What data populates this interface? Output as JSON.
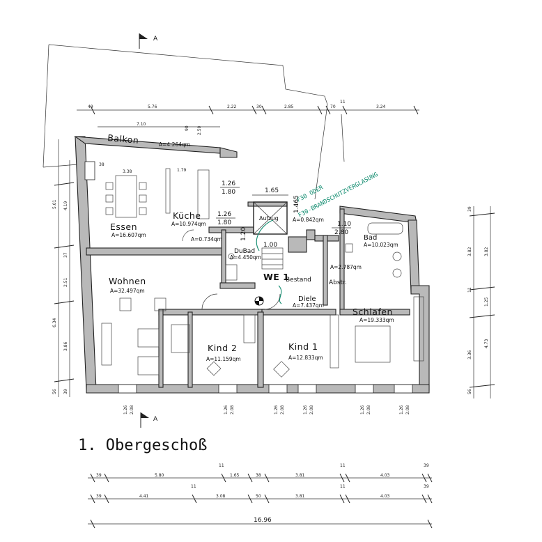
{
  "title": "1. Obergeschoß",
  "section_marker": "A",
  "rooms": {
    "balkon": {
      "name": "Balkon",
      "area": "A=4.264qm"
    },
    "essen": {
      "name": "Essen",
      "area": "A=16.607qm"
    },
    "kueche": {
      "name": "Küche",
      "area": "A=10.974qm"
    },
    "wohnen": {
      "name": "Wohnen",
      "area": "A=32.497qm"
    },
    "dubad": {
      "name": "DuBad",
      "area": "A=4.450qm"
    },
    "wc": {
      "area": "A=0.734qm"
    },
    "aufzug": {
      "name": "Aufzug",
      "area": "A=0.842qm"
    },
    "we": {
      "name": "WE 1"
    },
    "bestand": {
      "name": "Bestand"
    },
    "diele": {
      "name": "Diele",
      "area": "A=7.437qm"
    },
    "abstr": {
      "name": "Abstr.",
      "area": "A=2.787qm"
    },
    "bad": {
      "name": "Bad",
      "area": "A=10.023qm"
    },
    "schlafen": {
      "name": "Schlafen",
      "area": "A=19.333qm"
    },
    "kind2": {
      "name": "Kind 2",
      "area": "A=11.159qm"
    },
    "kind1": {
      "name": "Kind 1",
      "area": "A=12.833qm"
    }
  },
  "annotation_green": [
    "F30 ODER",
    "F30-BRANDSCHUTZVERGLASUNG"
  ],
  "openings": {
    "kueche_win": [
      "1.26",
      "1.80"
    ],
    "kueche_win2": [
      "1.26",
      "1.80"
    ],
    "aufzug_top": "1.65",
    "aufzug_side": "1.465",
    "aufzug_shaft": "1.20",
    "aufzug_bottom": "1.00",
    "bad_win": [
      "1.10",
      "2.80"
    ],
    "bottom": [
      "1.26",
      "2.08"
    ]
  },
  "dims_top": [
    "49",
    "5.76",
    "2.22",
    "30",
    "2.85",
    "70",
    "11",
    "3.24"
  ],
  "dims_balkon": [
    "7.10",
    "90",
    "2.50"
  ],
  "dims_small": [
    "3.38",
    "1.79",
    "38"
  ],
  "dims_left": [
    "5.01",
    "4.19",
    "37",
    "2.51",
    "6.34",
    "3.86",
    "56",
    "39"
  ],
  "dims_right": [
    "39",
    "3.82",
    "3.82",
    "11",
    "1.25",
    "4.73",
    "3.36",
    "56"
  ],
  "dims_bottom1": [
    "39",
    "5.80",
    "11",
    "1.65",
    "38",
    "3.81",
    "11",
    "4.03",
    "39"
  ],
  "dims_bottom2": [
    "39",
    "4.41",
    "11",
    "3.08",
    "50",
    "3.81",
    "11",
    "4.03",
    "39"
  ],
  "dims_total": "16.96"
}
